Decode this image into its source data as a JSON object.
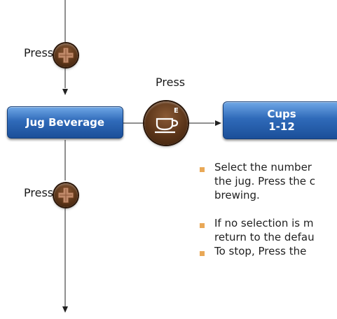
{
  "labels": {
    "press_top": "Press",
    "press_middle": "Press",
    "press_bottom": "Press"
  },
  "boxes": {
    "jug_beverage": "Jug Beverage",
    "cups_title": "Cups",
    "cups_range": "1-12"
  },
  "buttons": {
    "coffee_badge": "E"
  },
  "bullets": [
    "Select the number\nthe jug. Press the c\nbrewing.",
    "If no selection is m\nreturn to the defau",
    "To stop, Press the"
  ],
  "colors": {
    "box_blue": "#2f6ab9",
    "button_brown": "#5b3519",
    "plus_tan": "#c08a6a",
    "bullet_orange": "#e9a857"
  }
}
